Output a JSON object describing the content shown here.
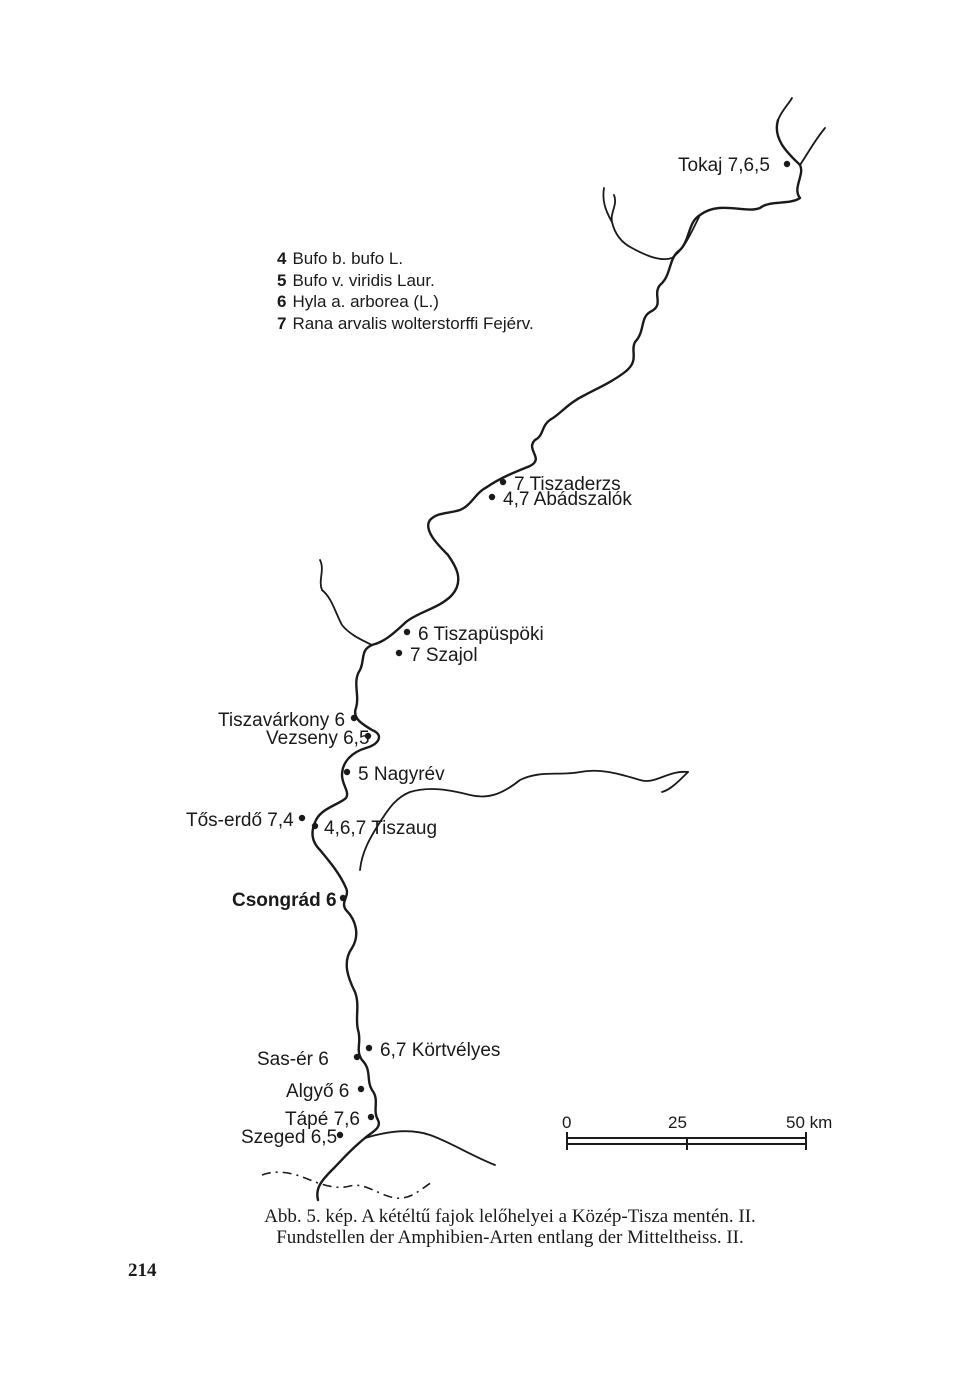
{
  "legend": {
    "items": [
      {
        "num": "4",
        "text": "Bufo b. bufo L."
      },
      {
        "num": "5",
        "text": "Bufo v. viridis Laur."
      },
      {
        "num": "6",
        "text": "Hyla a. arborea (L.)"
      },
      {
        "num": "7",
        "text": "Rana arvalis wolterstorffi Fejérv."
      }
    ]
  },
  "localities": {
    "tokaj": "Tokaj 7,6,5",
    "tiszaderzs": "7 Tiszaderzs",
    "abadszalok": "4,7 Abádszalók",
    "tiszapuspoki": "6 Tiszapüspöki",
    "szajol": "7 Szajol",
    "tiszavarkony": "Tiszavárkony 6",
    "vezseny": "Vezseny 6,5",
    "nagyrev": "5 Nagyrév",
    "tos_erdo": "Tős-erdő 7,4",
    "tiszaug": "4,6,7 Tiszaug",
    "csongrad": "Csongrád 6",
    "sas_er": "Sas-ér 6",
    "kortvelyes": "6,7 Körtvélyes",
    "algyo": "Algyő 6",
    "tape": "Tápé 7,6",
    "szeged": "Szeged 6,5"
  },
  "scale": {
    "label_0": "0",
    "label_25": "25",
    "label_50": "50 km"
  },
  "caption": {
    "line1": "Abb. 5. kép. A kétéltű fajok lelőhelyei a Közép-Tisza mentén. II.",
    "line2": "Fundstellen der Amphibien-Arten entlang der Mitteltheiss. II."
  },
  "page_number": "214"
}
